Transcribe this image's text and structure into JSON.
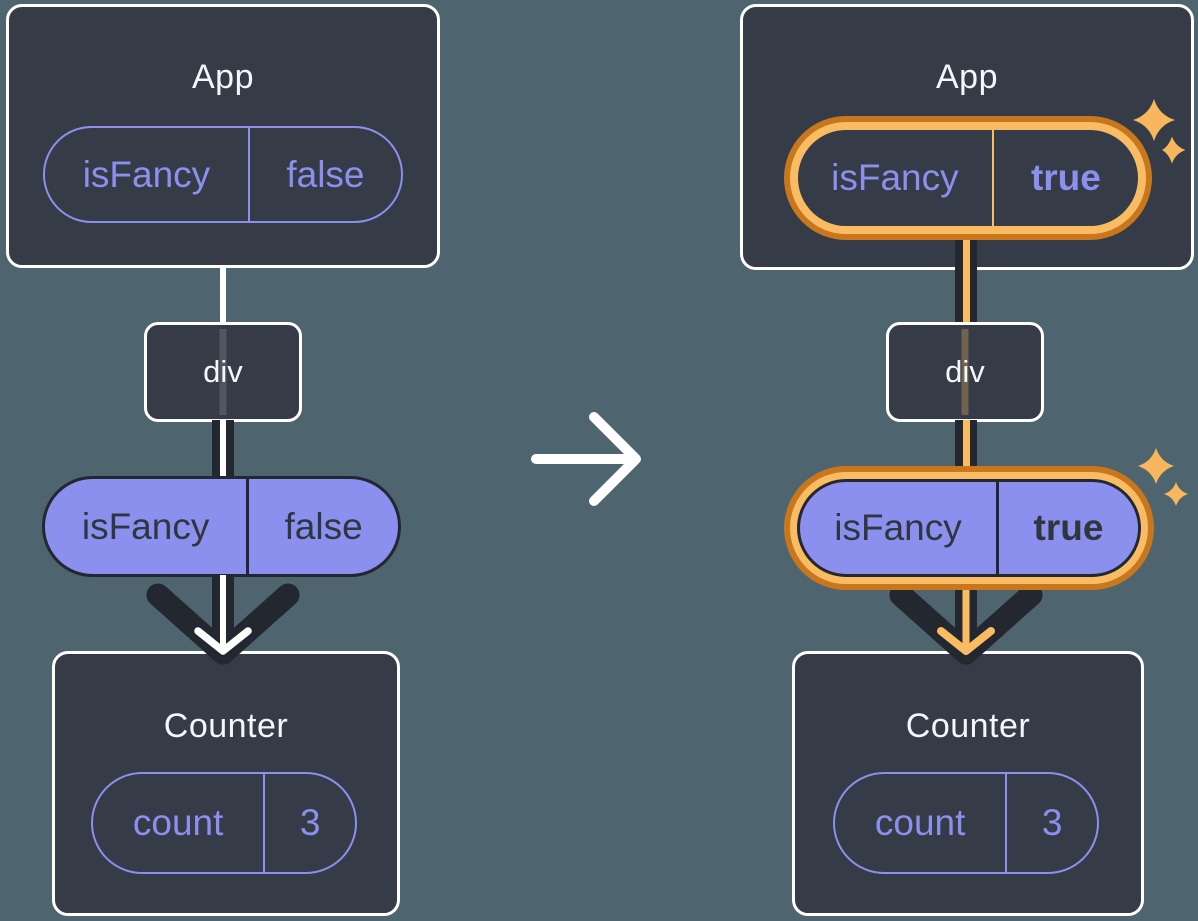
{
  "left_tree": {
    "app": {
      "title": "App",
      "state_name": "isFancy",
      "state_value": "false"
    },
    "div_label": "div",
    "prop": {
      "name": "isFancy",
      "value": "false"
    },
    "counter": {
      "title": "Counter",
      "state_name": "count",
      "state_value": "3"
    }
  },
  "right_tree": {
    "app": {
      "title": "App",
      "state_name": "isFancy",
      "state_value": "true"
    },
    "div_label": "div",
    "prop": {
      "name": "isFancy",
      "value": "true"
    },
    "counter": {
      "title": "Counter",
      "state_name": "count",
      "state_value": "3"
    }
  },
  "icons": {
    "transition": "arrow-right",
    "highlight": "sparkles"
  },
  "colors": {
    "background": "#4E646E",
    "box_fill": "#353B47",
    "box_border": "#FFFFFF",
    "purple": "#8B90EE",
    "dark": "#23272F",
    "text_on_purple": "#30363F",
    "orange_dark": "#C9771D",
    "orange_light": "#F9BC63",
    "sparkle": "#F8B75D"
  }
}
